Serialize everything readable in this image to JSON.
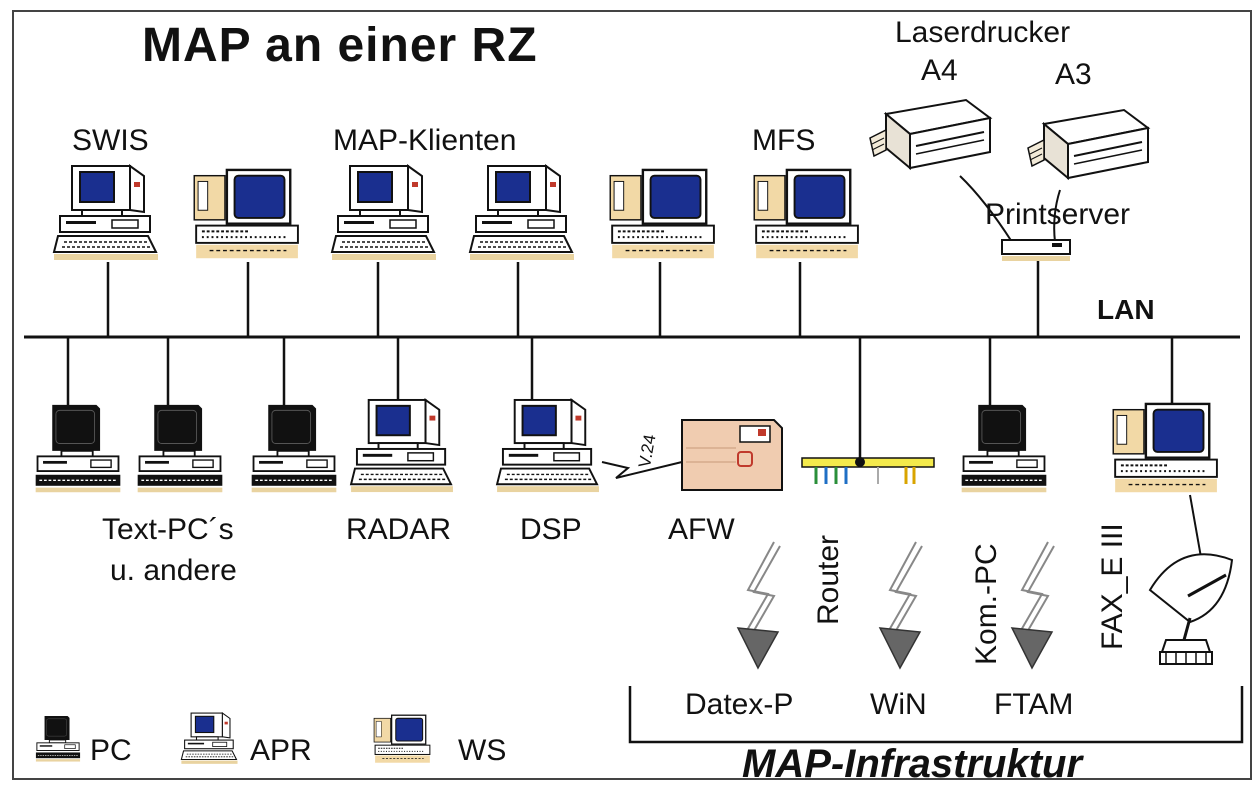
{
  "title": "MAP an einer RZ",
  "network_label": "LAN",
  "infrastructure_label": "MAP-Infrastruktur",
  "top_row": {
    "swis": "SWIS",
    "map_clients": "MAP-Klienten",
    "mfs": "MFS",
    "printers": "Laserdrucker",
    "printer_a4": "A4",
    "printer_a3": "A3",
    "printserver": "Printserver"
  },
  "bottom_row": {
    "text_pcs_line1": "Text-PC´s",
    "text_pcs_line2": "u. andere",
    "radar": "RADAR",
    "dsp": "DSP",
    "v24": "V.24",
    "afw": "AFW",
    "router": "Router",
    "kom_pc": "Kom.-PC",
    "fax": "FAX_E III"
  },
  "external_links": {
    "datex": "Datex-P",
    "win": "WiN",
    "ftam": "FTAM"
  },
  "legend": {
    "pc": "PC",
    "apr": "APR",
    "ws": "WS"
  },
  "colors": {
    "screen": "#1a2f8f",
    "beige": "#f2d9a6",
    "line": "#111111",
    "router_bar": "#f4ea4c",
    "afw_body": "#f0ccb0",
    "arrow": "#666666"
  },
  "icons": {
    "apr": "workstation-icon",
    "ws": "color-workstation-icon",
    "pc": "text-terminal-icon",
    "printer": "laser-printer-icon",
    "printserver": "printserver-icon",
    "afw": "afw-modem-icon",
    "router": "router-icon",
    "satellite": "satellite-dish-icon",
    "radio": "radio-link-icon"
  }
}
